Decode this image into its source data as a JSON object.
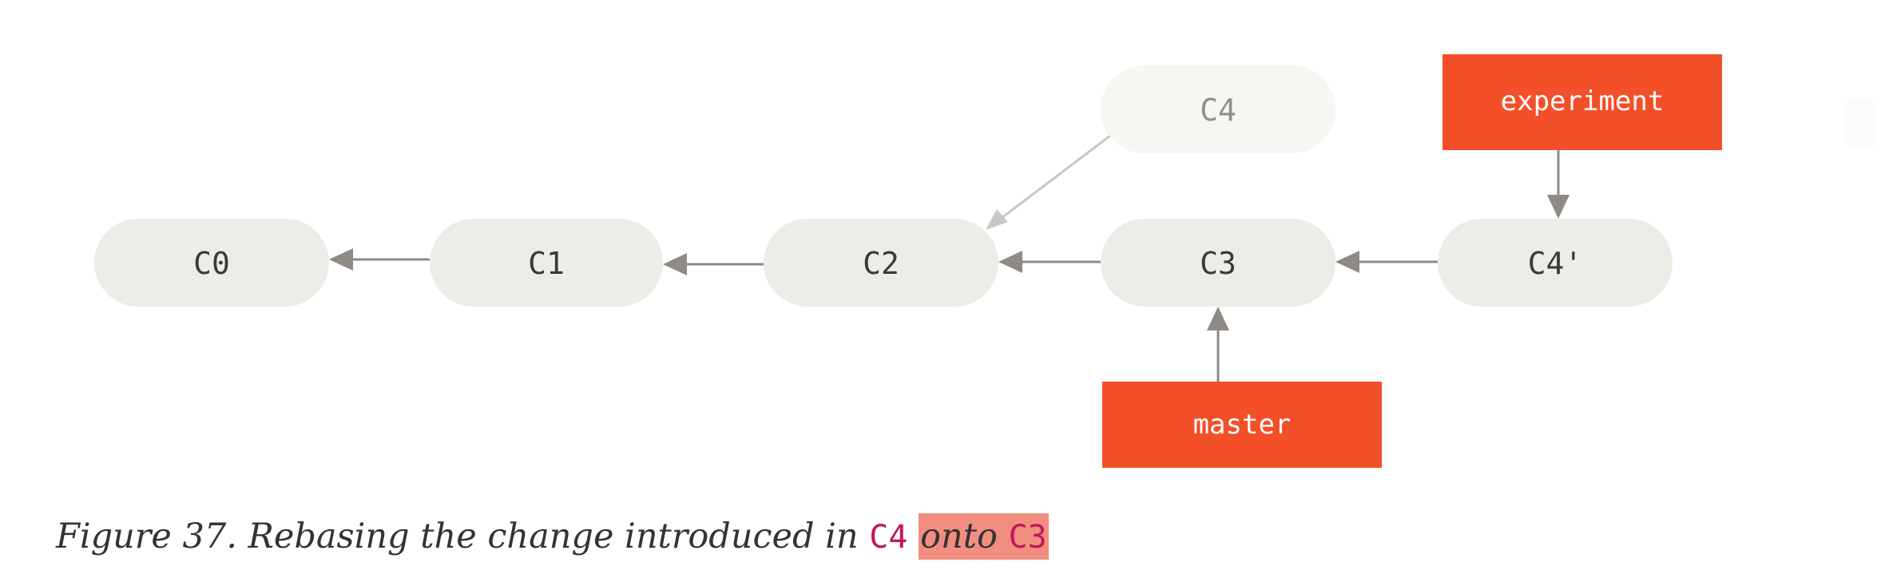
{
  "diagram": {
    "commits": {
      "c0": "C0",
      "c1": "C1",
      "c2": "C2",
      "c3": "C3",
      "c4_old": "C4",
      "c4_new": "C4'"
    },
    "branches": {
      "experiment": "experiment",
      "master": "master"
    },
    "colors": {
      "commit_fill": "#edece7",
      "commit_faded_fill": "#f6f6f3",
      "branch_fill": "#f34f29",
      "arrow": "#8f8b84",
      "arrow_faded": "#c7c7c4"
    }
  },
  "caption": {
    "prefix": "Figure 37. Rebasing the change introduced in ",
    "code1": "C4",
    "middle": "onto",
    "code2": "C3"
  }
}
